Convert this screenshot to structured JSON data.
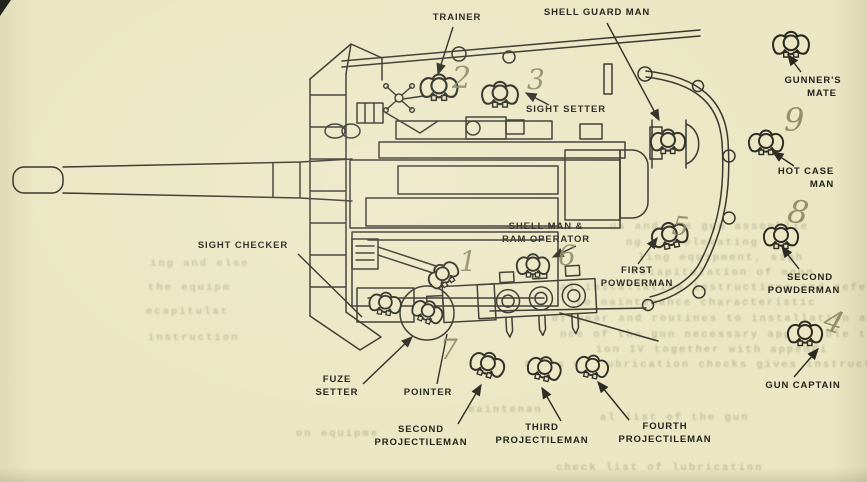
{
  "page": {
    "paper_color": "#ebe7c4",
    "ink_color": "#2b2a21",
    "pencil_color": "#85855f",
    "description": "Scanned manual page: plan view line drawing of a naval gun mount with crew stations labeled and pencil-numbered 1 through 9"
  },
  "stations": {
    "trainer": {
      "lines": [
        "TRAINER"
      ],
      "number": "2"
    },
    "shell_guard_man": {
      "lines": [
        "SHELL GUARD MAN"
      ]
    },
    "sight_setter": {
      "lines": [
        "SIGHT SETTER"
      ],
      "number": "3"
    },
    "gunners_mate": {
      "lines": [
        "GUNNER'S",
        "MATE"
      ]
    },
    "hot_case_man": {
      "lines": [
        "HOT CASE",
        "MAN"
      ],
      "number": "9"
    },
    "first_powderman": {
      "lines": [
        "FIRST",
        "POWDERMAN"
      ],
      "number": "5"
    },
    "second_powderman": {
      "lines": [
        "SECOND",
        "POWDERMAN"
      ],
      "number": "8"
    },
    "shell_man_ram_operator": {
      "lines": [
        "SHELL MAN &",
        "RAM OPERATOR"
      ],
      "number": "6"
    },
    "sight_checker": {
      "lines": [
        "SIGHT CHECKER"
      ]
    },
    "fuze_setter": {
      "lines": [
        "FUZE",
        "SETTER"
      ]
    },
    "pointer": {
      "lines": [
        "POINTER"
      ],
      "number": "1"
    },
    "gun_captain": {
      "lines": [
        "GUN CAPTAIN"
      ],
      "number": "4"
    },
    "second_projectileman": {
      "lines": [
        "SECOND",
        "PROJECTILEMAN"
      ],
      "number": "7"
    },
    "third_projectileman": {
      "lines": [
        "THIRD",
        "PROJECTILEMAN"
      ]
    },
    "fourth_projectileman": {
      "lines": [
        "FOURTH",
        "PROJECTILEMAN"
      ]
    }
  },
  "bleed_through": {
    "note": "faint typewritten text showing through from reverse side of page (mostly illegible)",
    "lines": [
      "ing and else",
      "the equipm",
      "ecapitulat",
      "instruction",
      "maintenan",
      "on equipme",
      "us and the gun assemblie",
      "ng and elevating gear",
      "ling equipment, sigh",
      "recapitulation of moun",
      "al installation instructions and refer",
      "to maintenance characteristic",
      "of year and routines to installation an",
      "nce of the gun necessary applicable to s",
      "ion IV together with appendi",
      "tions of lubrication checks gives instructions fo",
      "al list of the gun",
      "check list of lubrication"
    ]
  }
}
